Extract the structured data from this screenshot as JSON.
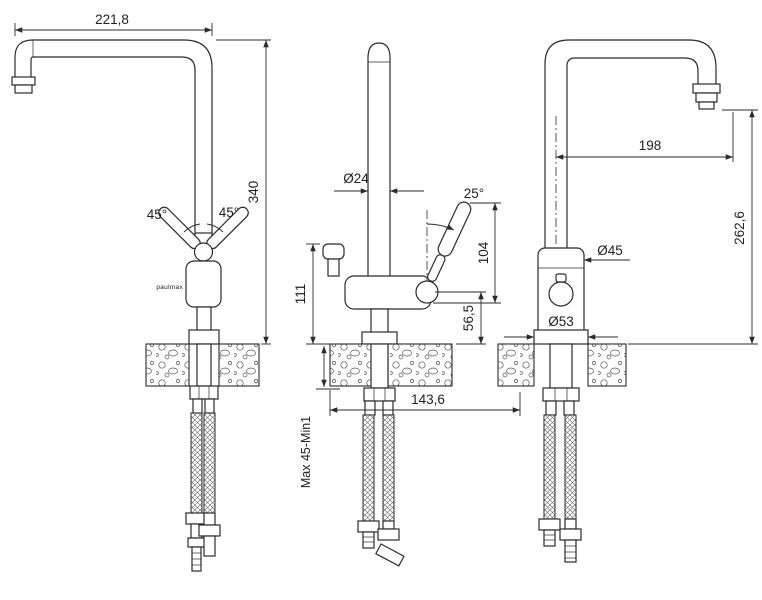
{
  "drawing": {
    "brand": "paulmax",
    "views": {
      "side_left": {
        "spout_width": "221,8",
        "total_height": "340",
        "handle_angle_left": "45°",
        "handle_angle_right": "45°"
      },
      "front": {
        "spout_diameter": "Ø24",
        "handle_angle": "25°",
        "side_outlet_height": "111",
        "handle_height": "104",
        "body_height": "56,5",
        "base_width": "143,6",
        "mount_thickness": "Max 45-Min1"
      },
      "side_right": {
        "spout_reach": "198",
        "spout_height": "262,6",
        "body_diameter": "Ø45",
        "base_diameter": "Ø53"
      }
    },
    "colors": {
      "line": "#2b2b2b",
      "background": "#ffffff"
    }
  }
}
